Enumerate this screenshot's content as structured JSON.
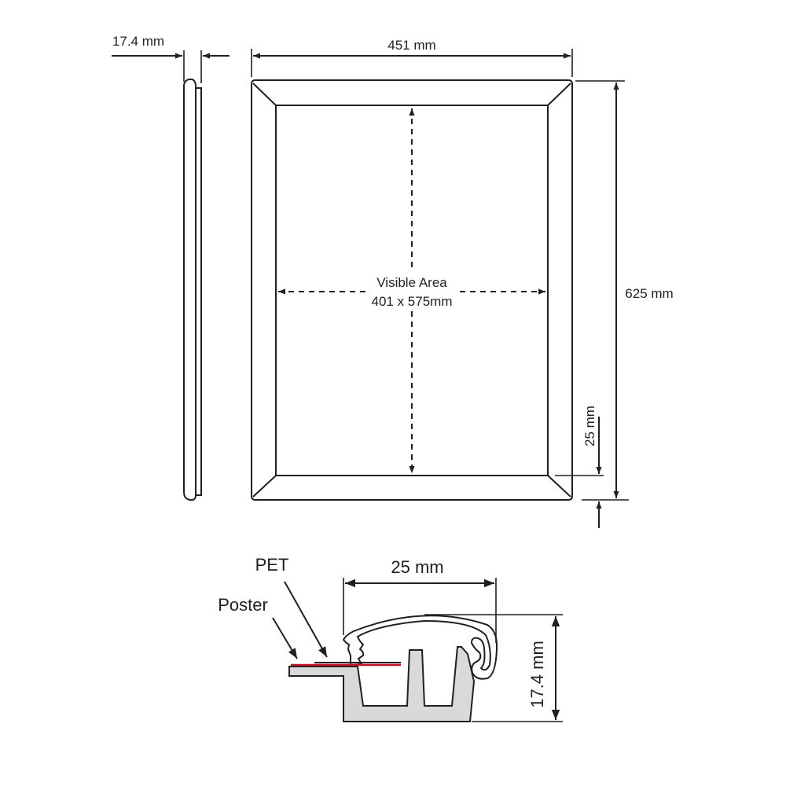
{
  "labels": {
    "side_depth": "17.4 mm",
    "width": "451 mm",
    "height": "625 mm",
    "visible_area_title": "Visible Area",
    "visible_area_size": "401 x 575mm",
    "profile_width_small": "25 mm",
    "section_width": "25 mm",
    "section_height": "17.4 mm",
    "pet": "PET",
    "poster": "Poster"
  },
  "colors": {
    "line": "#231f20",
    "profile_fill": "#d9d9d9",
    "poster": "#c8102e"
  }
}
